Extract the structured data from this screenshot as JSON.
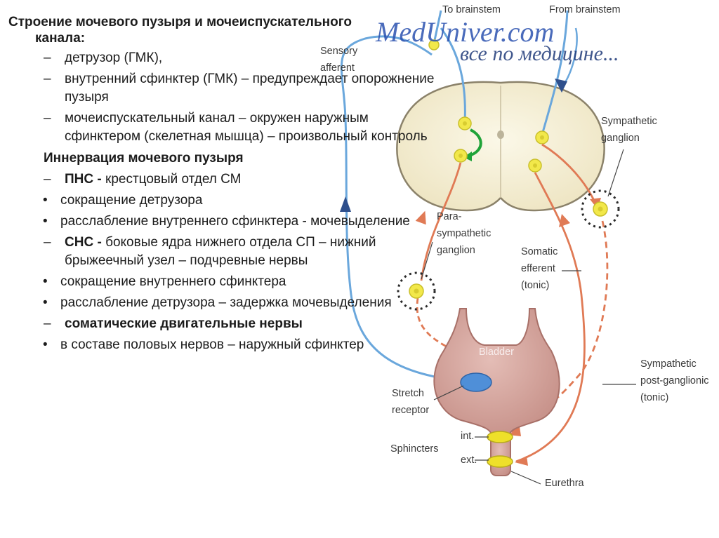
{
  "text_panel": {
    "title_line1": "Строение мочевого пузыря и мочеиспускательного",
    "title_line2": "канала:",
    "items": [
      {
        "marker": "–",
        "bold": "",
        "text": "детрузор (ГМК),"
      },
      {
        "marker": "–",
        "bold": "",
        "text": "внутренний сфинктер (ГМК) – предупреждает опорожнение пузыря"
      },
      {
        "marker": "–",
        "bold": "",
        "text": "мочеиспускательный канал – окружен наружным сфинктером (скелетная мышца) – произвольный контроль"
      }
    ],
    "heading": "Иннервация мочевого пузыря",
    "innervation": [
      {
        "marker": "–",
        "bold": "ПНС -",
        "text": "крестцовый отдел СМ"
      },
      {
        "marker": "•",
        "bold": "",
        "text": "сокращение детрузора"
      },
      {
        "marker": "•",
        "bold": "",
        "text": "расслабление внутреннего сфинктера - мочевыделение"
      },
      {
        "marker": "–",
        "bold": "СНС -",
        "text": "боковые ядра нижнего отдела СП – нижний брыжеечный узел – подчревные нервы"
      },
      {
        "marker": "•",
        "bold": "",
        "text": "сокращение внутреннего сфинктера"
      },
      {
        "marker": "•",
        "bold": "",
        "text": "расслабление  детрузора – задержка мочевыделения"
      },
      {
        "marker": "–",
        "bold": "соматические двигательные нервы",
        "text": ""
      },
      {
        "marker": "•",
        "bold": "",
        "text": "в составе половых нервов – наружный сфинктер"
      }
    ]
  },
  "watermark": {
    "site": "MedUniver.com",
    "tagline": "все по медицине..."
  },
  "diagram": {
    "labels": {
      "to_brainstem": "To brainstem",
      "from_brainstem": "From brainstem",
      "sensory_afferent_1": "Sensory",
      "sensory_afferent_2": "afferent",
      "sympathetic_ganglion_1": "Sympathetic",
      "sympathetic_ganglion_2": "ganglion",
      "parasympathetic_ganglion_1": "Para-",
      "parasympathetic_ganglion_2": "sympathetic",
      "parasympathetic_ganglion_3": "ganglion",
      "somatic_efferent_1": "Somatic",
      "somatic_efferent_2": "efferent",
      "somatic_efferent_3": "(tonic)",
      "bladder": "Bladder",
      "stretch_receptor_1": "Stretch",
      "stretch_receptor_2": "receptor",
      "sympathetic_postganglionic_1": "Sympathetic",
      "sympathetic_postganglionic_2": "post-ganglionic",
      "sympathetic_postganglionic_3": "(tonic)",
      "sphincters": "Sphincters",
      "int": "int.",
      "ext": "ext.",
      "eurethra": "Eurethra"
    },
    "colors": {
      "afferent_blue": "#6aa7dc",
      "efferent_orange": "#e07a55",
      "bladder_fill": "#d4a49d",
      "cord_fill": "#f4eed4",
      "ganglion_yellow": "#f2e84a",
      "sphincter_yellow": "#eee02a",
      "receptor_blue": "#4f8fd8",
      "reflex_green": "#1fa338"
    }
  }
}
